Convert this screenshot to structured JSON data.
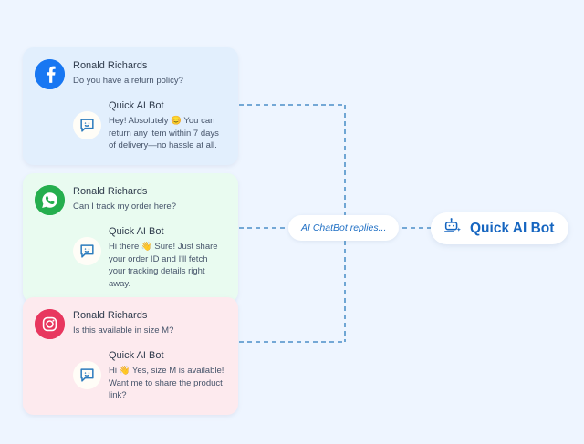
{
  "canvas": {
    "background_color": "#eef5ff"
  },
  "cards": [
    {
      "platform": "facebook",
      "platform_icon": "facebook-icon",
      "avatar_color": "#1877f2",
      "card_color": "#e2effd",
      "user_name": "Ronald Richards",
      "user_message": "Do you have a return policy?",
      "bot_icon": "chat-bubble-smiley-icon",
      "bot_name": "Quick AI Bot",
      "bot_message": "Hey! Absolutely 😊 You can return any item within 7 days of delivery—no hassle at all."
    },
    {
      "platform": "whatsapp",
      "platform_icon": "whatsapp-icon",
      "avatar_color": "#25ae4e",
      "card_color": "#e9fbf0",
      "user_name": "Ronald Richards",
      "user_message": "Can I track my order here?",
      "bot_icon": "chat-bubble-smiley-icon",
      "bot_name": "Quick AI Bot",
      "bot_message": "Hi there 👋 Sure! Just share your order ID and I'll fetch your tracking details right away."
    },
    {
      "platform": "instagram",
      "platform_icon": "instagram-icon",
      "avatar_color": "#e8375f",
      "card_color": "#fdeaee",
      "user_name": "Ronald Richards",
      "user_message": "Is this available in size M?",
      "bot_icon": "chat-bubble-smiley-icon",
      "bot_name": "Quick AI Bot",
      "bot_message": "Hi 👋 Yes, size M is available! Want me to share the product link?"
    }
  ],
  "connector": {
    "label": "AI ChatBot replies...",
    "line_color": "#1f6fc4",
    "style": "dashed"
  },
  "badge": {
    "icon": "robot-sparkle-icon",
    "label": "Quick AI Bot",
    "text_color": "#1565c0"
  }
}
